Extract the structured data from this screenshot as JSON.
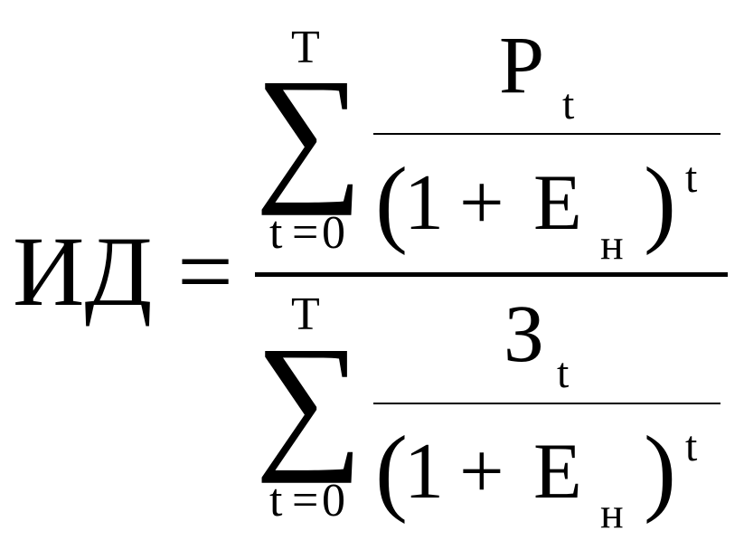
{
  "formula": {
    "lhs": "ИД",
    "equals": "=",
    "numerator": {
      "sum_symbol": "∑",
      "upper_limit": "T",
      "lower_limit_var": "t",
      "lower_limit_eq": "=",
      "lower_limit_val": "0",
      "fraction": {
        "top_symbol": "P",
        "top_subscript": "t",
        "open_paren": "(",
        "one": "1",
        "plus": "+",
        "rate_symbol": "E",
        "rate_subscript": "н",
        "close_paren": ")",
        "exponent": "t"
      }
    },
    "denominator": {
      "sum_symbol": "∑",
      "upper_limit": "T",
      "lower_limit_var": "t",
      "lower_limit_eq": "=",
      "lower_limit_val": "0",
      "fraction": {
        "top_symbol": "З",
        "top_subscript": "t",
        "open_paren": "(",
        "one": "1",
        "plus": "+",
        "rate_symbol": "E",
        "rate_subscript": "н",
        "close_paren": ")",
        "exponent": "t"
      }
    }
  }
}
